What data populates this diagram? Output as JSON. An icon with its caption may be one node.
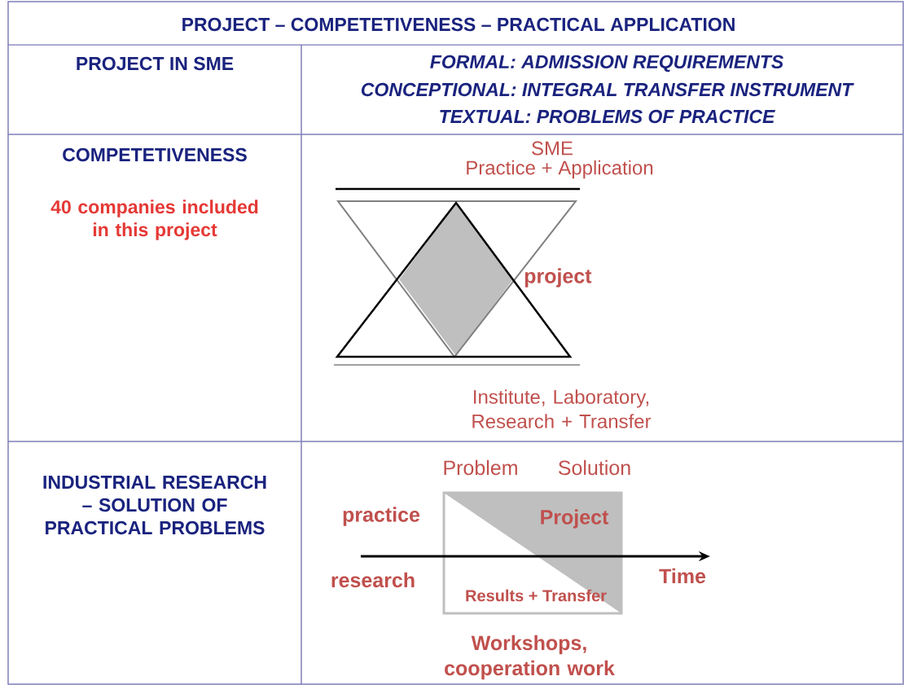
{
  "diagram": {
    "title": "PROJECT – COMPETETIVENESS – PRACTICAL APPLICATION",
    "nodes": [
      {
        "text": [],
        "shape": "diamond",
        "beside": [
          "project"
        ]
      },
      {
        "text": [
          "Project",
          "Results + Transfer"
        ]
      }
    ],
    "labels": [
      "PROJECT IN SME",
      "FORMAL: ADMISSION REQUIREMENTS",
      "CONCEPTIONAL: INTEGRAL TRANSFER INSTRUMENT",
      "TEXTUAL: PROBLEMS OF PRACTICE",
      "COMPETETIVENESS",
      "40 companies included in this project",
      "SME",
      "Practice + Application",
      "Institute, Laboratory, Research + Transfer",
      "INDUSTRIAL RESEARCH – SOLUTION OF PRACTICAL PROBLEMS",
      "Problem",
      "Solution",
      "practice",
      "research",
      "Time",
      "Workshops, cooperation work"
    ]
  }
}
